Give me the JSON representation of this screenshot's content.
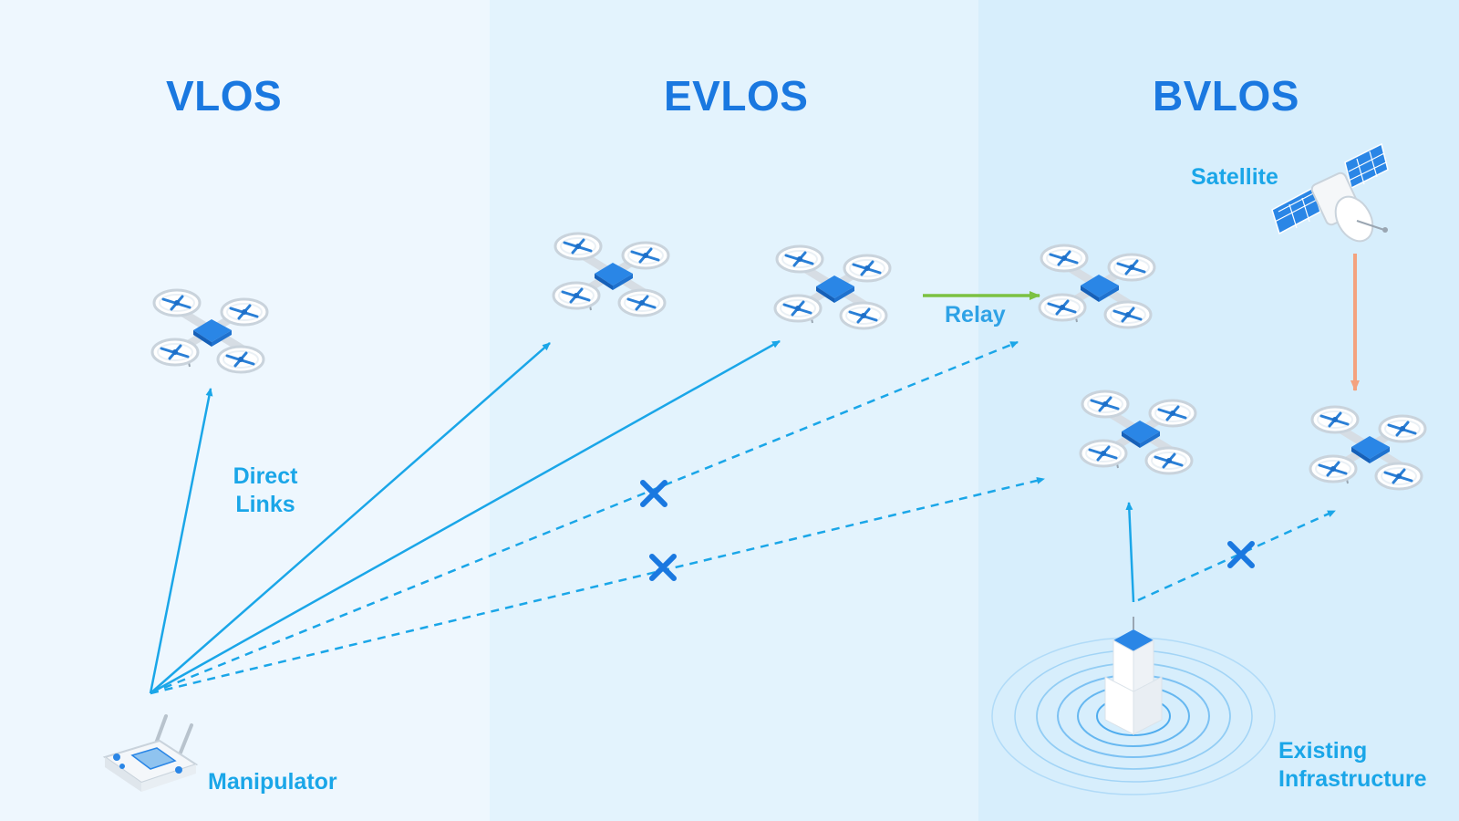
{
  "zones": {
    "vlos": "VLOS",
    "evlos": "EVLOS",
    "bvlos": "BVLOS"
  },
  "labels": {
    "direct_links_line1": "Direct",
    "direct_links_line2": "Links",
    "manipulator": "Manipulator",
    "relay": "Relay",
    "satellite": "Satellite",
    "existing_line1": "Existing",
    "existing_line2": "Infrastructure"
  },
  "colors": {
    "accent": "#1a78e0",
    "link": "#1aa6e8",
    "relay_arrow": "#7cc142",
    "satellite_arrow": "#f4a27e",
    "blocked_x": "#1a78e0"
  }
}
